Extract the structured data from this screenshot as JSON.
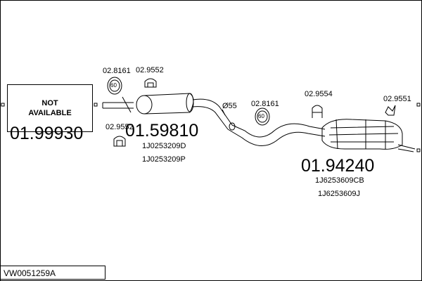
{
  "diagram": {
    "not_available_line1": "NOT",
    "not_available_line2": "AVAILABLE",
    "part_front_number": "01.99930",
    "part_middle_number": "01.59810",
    "part_middle_ref1": "1J0253209D",
    "part_middle_ref2": "1J0253209P",
    "part_rear_number": "01.94240",
    "part_rear_ref1": "1J6253609CB",
    "part_rear_ref2": "1J6253609J",
    "clamp_label_1": "02.8161",
    "clamp_label_2": "02.8161",
    "clamp_size": "60",
    "hanger_label_1": "02.9552",
    "hanger_label_2": "02.9552",
    "hanger_label_3": "02.9554",
    "hanger_label_4": "02.9551",
    "pipe_diameter": "Ø55",
    "vehicle_code": "VW0051259A"
  }
}
